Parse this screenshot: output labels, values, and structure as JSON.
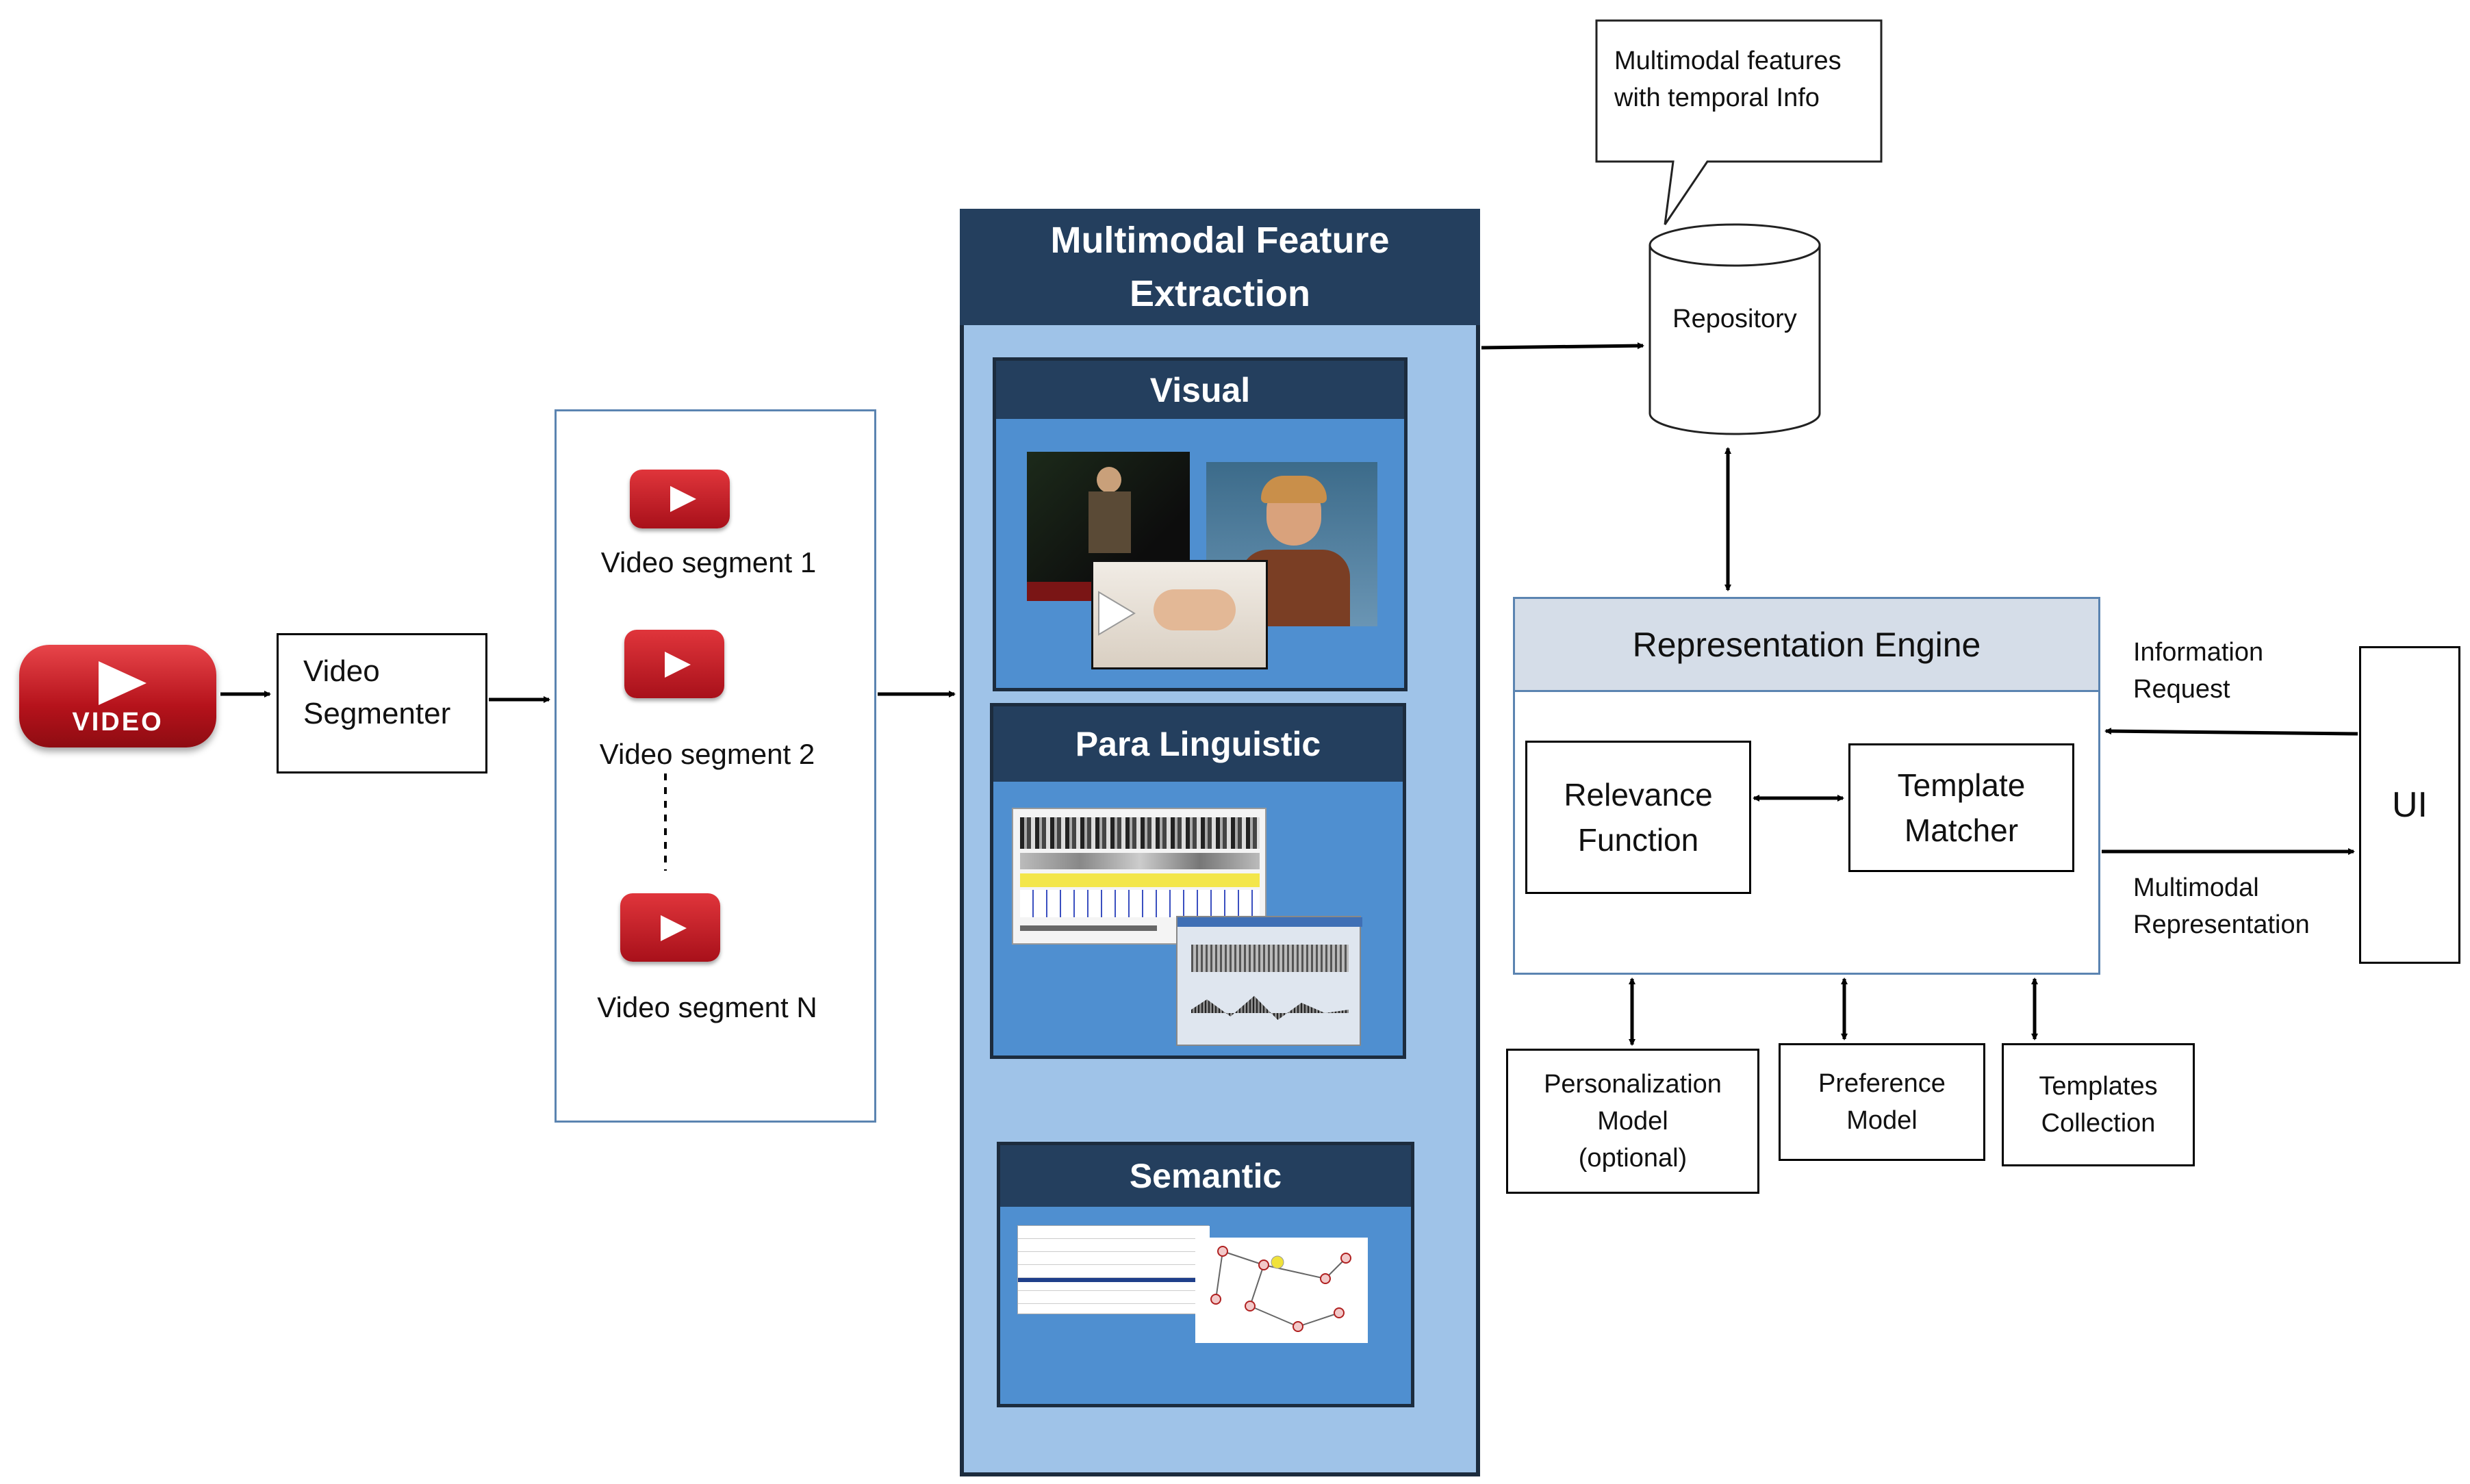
{
  "video_logo": {
    "label": "VIDEO",
    "icon": "play-icon"
  },
  "segmenter": {
    "line1": "Video",
    "line2": "Segmenter"
  },
  "segments": [
    {
      "label": "Video segment 1"
    },
    {
      "label": "Video segment 2"
    },
    {
      "label": "Video segment N"
    }
  ],
  "extraction": {
    "title_line1": "Multimodal Feature",
    "title_line2": "Extraction",
    "panels": [
      {
        "title": "Visual"
      },
      {
        "title": "Para Linguistic"
      },
      {
        "title": "Semantic"
      }
    ]
  },
  "callout": {
    "line1": "Multimodal features",
    "line2": "with temporal Info"
  },
  "repository": {
    "label": "Repository"
  },
  "engine": {
    "title": "Representation Engine",
    "relevance": {
      "line1": "Relevance",
      "line2": "Function"
    },
    "template": {
      "line1": "Template",
      "line2": "Matcher"
    }
  },
  "info_request": {
    "line1": "Information",
    "line2": "Request"
  },
  "multimodal_rep": {
    "line1": "Multimodal",
    "line2": "Representation"
  },
  "ui": {
    "label": "UI"
  },
  "models": [
    {
      "line1": "Personalization",
      "line2": "Model",
      "line3": "(optional)"
    },
    {
      "line1": "Preference",
      "line2": "Model"
    },
    {
      "line1": "Templates",
      "line2": "Collection"
    }
  ],
  "colors": {
    "header": "#243f5e",
    "panel": "#4f8fd0",
    "column_bg": "#9fc3e8",
    "engine_header": "#d5dde8",
    "youtube_red": "#cc1a1a"
  }
}
